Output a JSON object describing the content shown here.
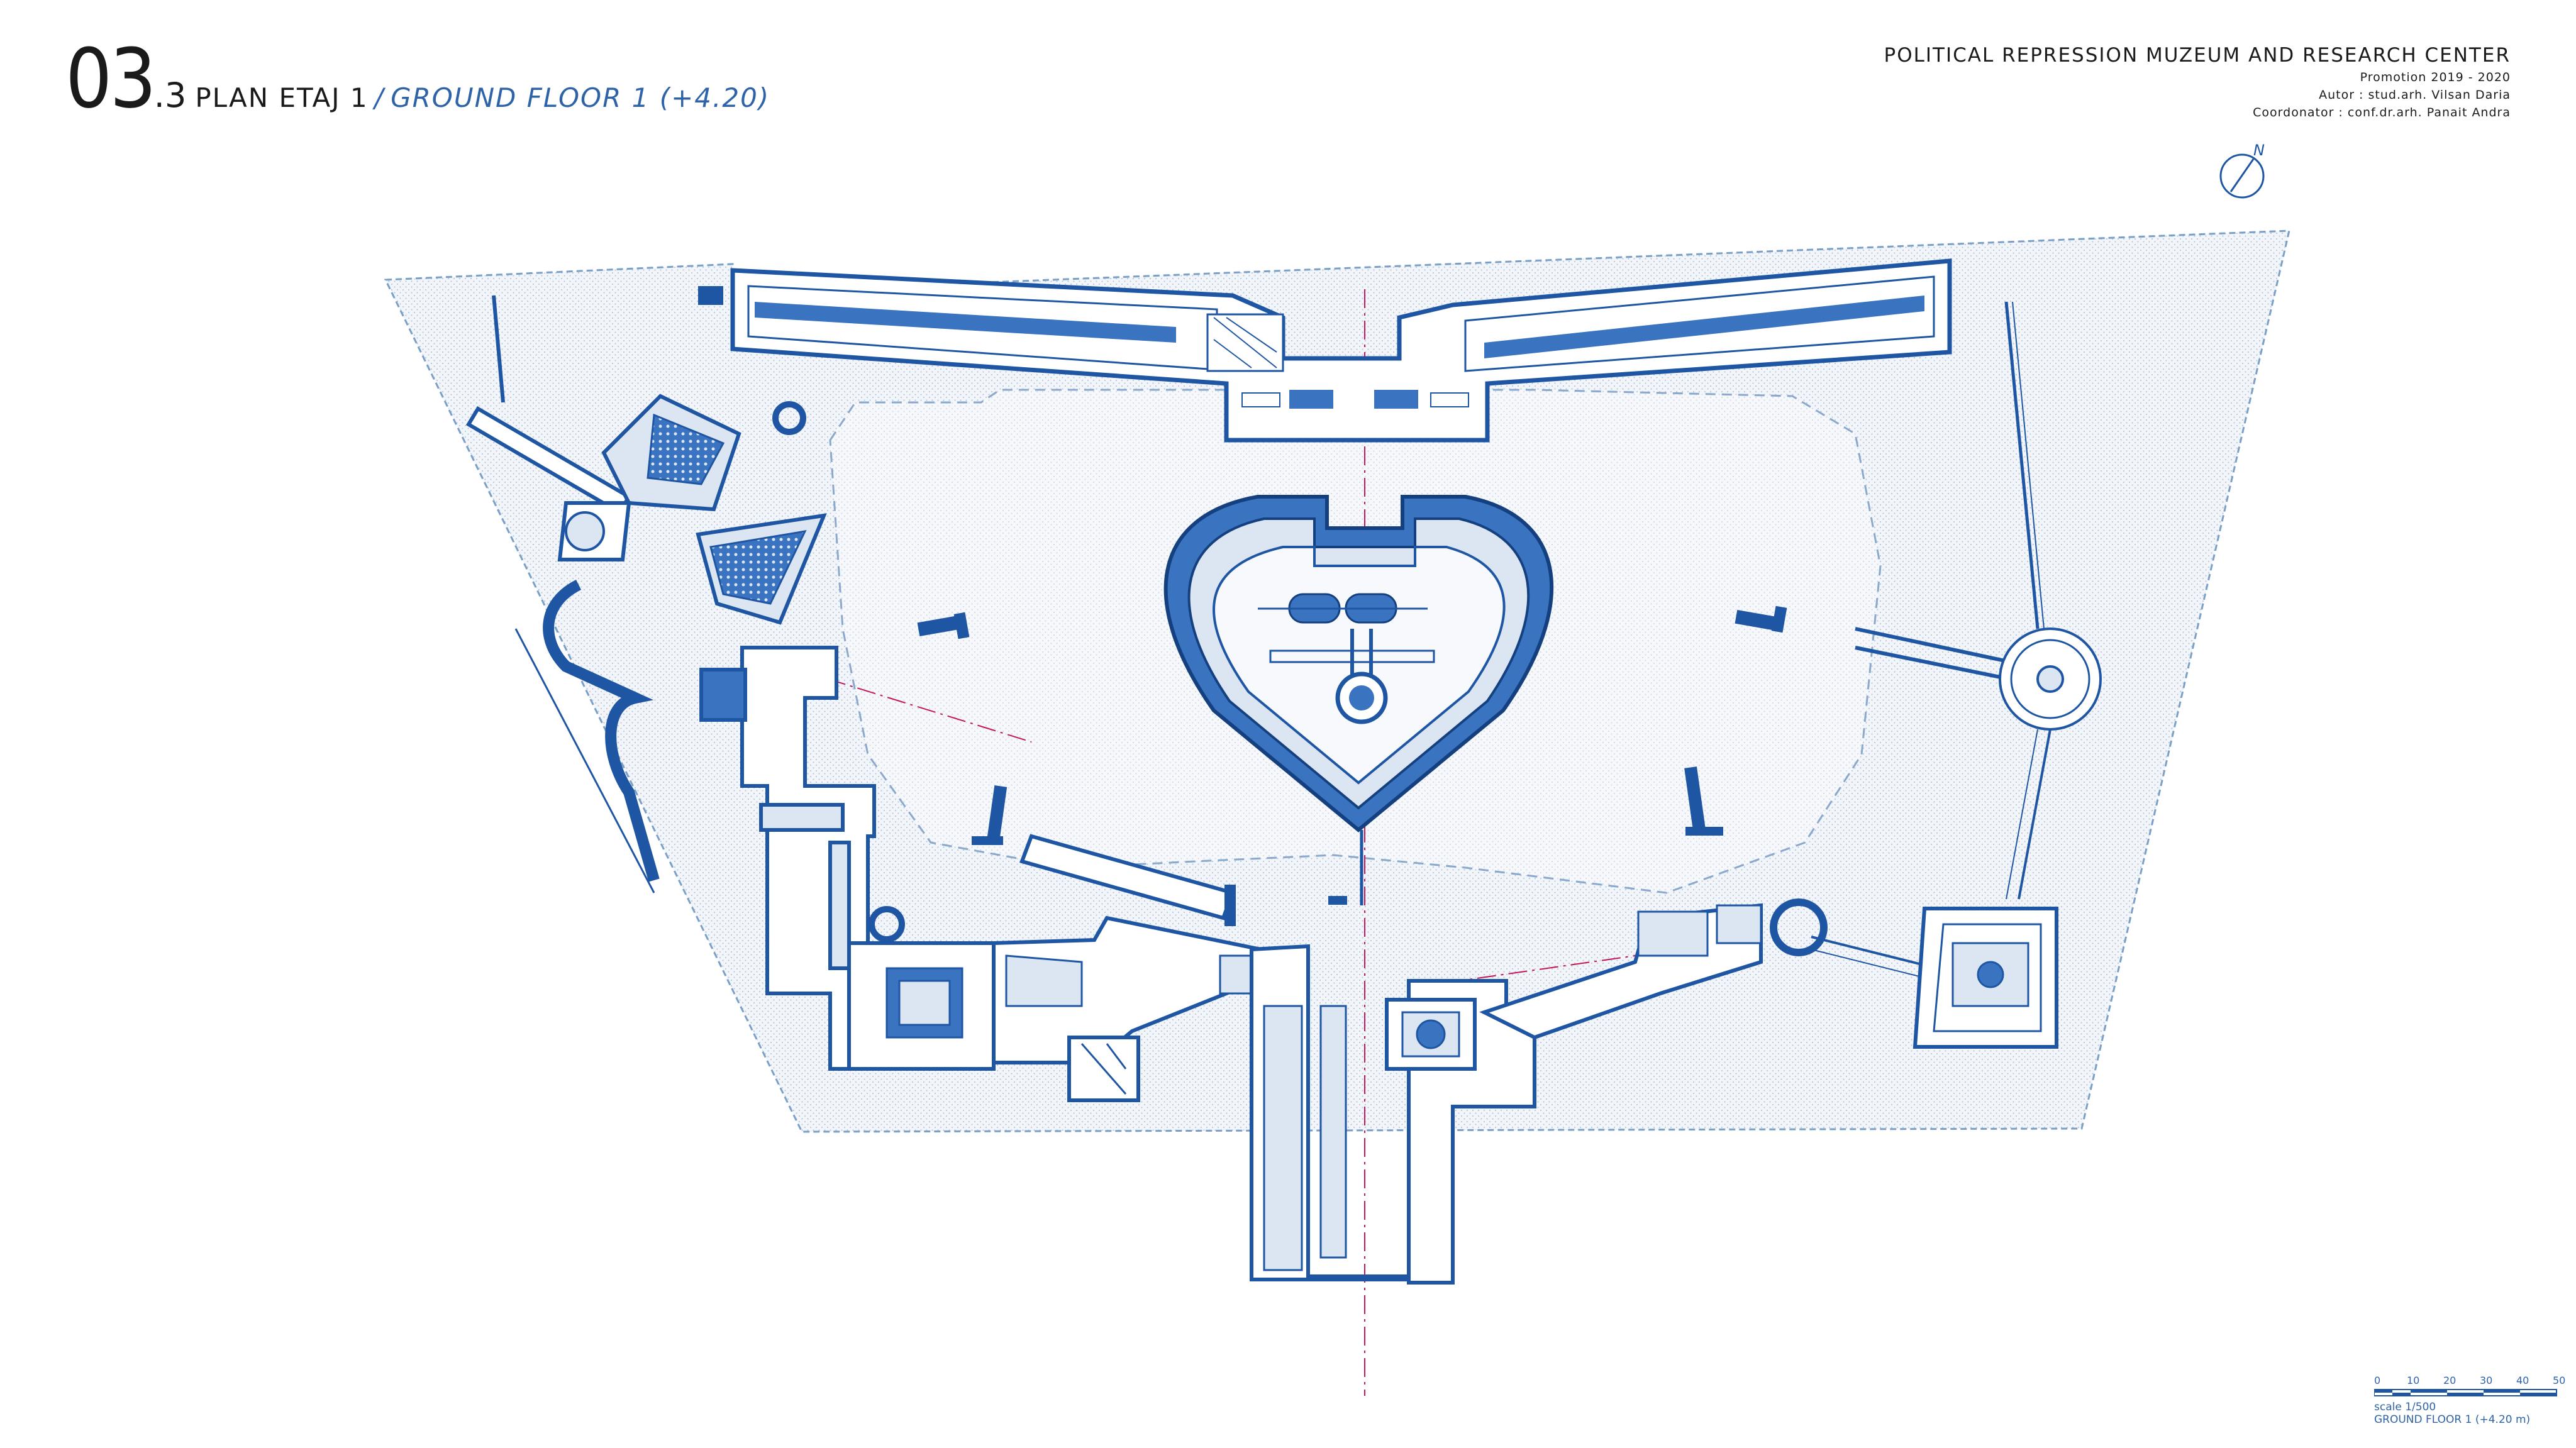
{
  "title": {
    "number": "03",
    "sub": ".3",
    "ro": "PLAN ETAJ 1",
    "separator": "/",
    "en": "GROUND FLOOR 1 (+4.20)"
  },
  "project": {
    "name": "POLITICAL REPRESSION MUZEUM AND RESEARCH CENTER",
    "promotion": "Promotion 2019 - 2020",
    "author": "Autor : stud.arh. Vilsan Daria",
    "coordinator": "Coordonator : conf.dr.arh. Panait Andra"
  },
  "north_label": "N",
  "scale_bar": {
    "ticks": [
      "0",
      "10",
      "20",
      "30",
      "40",
      "50"
    ],
    "scale": "scale 1/500",
    "label": "GROUND FLOOR 1 (+4.20 m)"
  },
  "colors": {
    "accent": "#1f56a3",
    "accent_dark": "#14407f",
    "light_fill": "#dce6f3",
    "site_fill": "#edf1f6",
    "axis": "#c2185b"
  },
  "icons": [
    "north-arrow-icon"
  ]
}
